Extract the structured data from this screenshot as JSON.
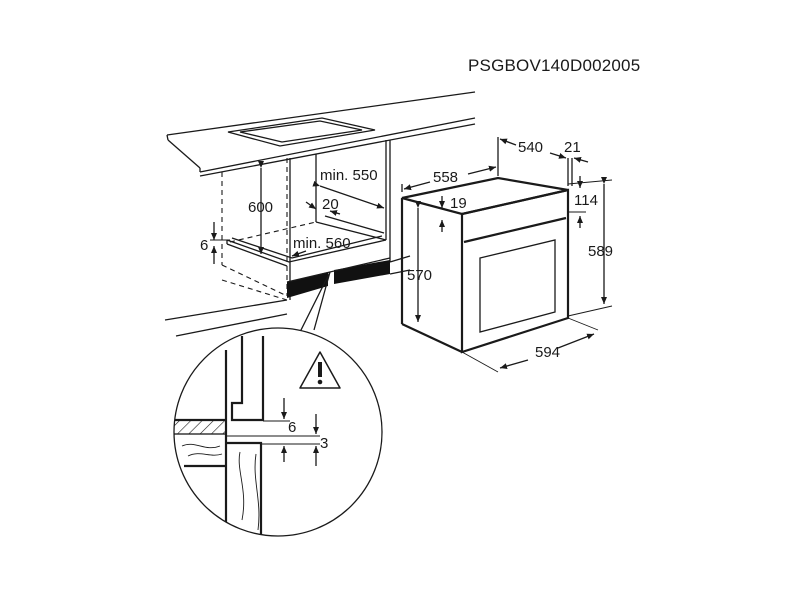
{
  "product_code": "PSGBOV140D002005",
  "cabinet": {
    "height_label": "600",
    "depth_label": "min. 550",
    "gap_label": "20",
    "width_label": "min. 560",
    "shelf_offset_label": "6"
  },
  "oven": {
    "depth_total_label": "558",
    "depth_body_label": "540",
    "front_thickness_label": "21",
    "top_offset_label": "19",
    "panel_height_label": "114",
    "body_height_label": "570",
    "front_height_label": "589",
    "front_width_label": "594"
  },
  "detail": {
    "gap_label_1": "6",
    "gap_label_2": "3",
    "warning_icon": "warning-triangle-exclamation"
  }
}
